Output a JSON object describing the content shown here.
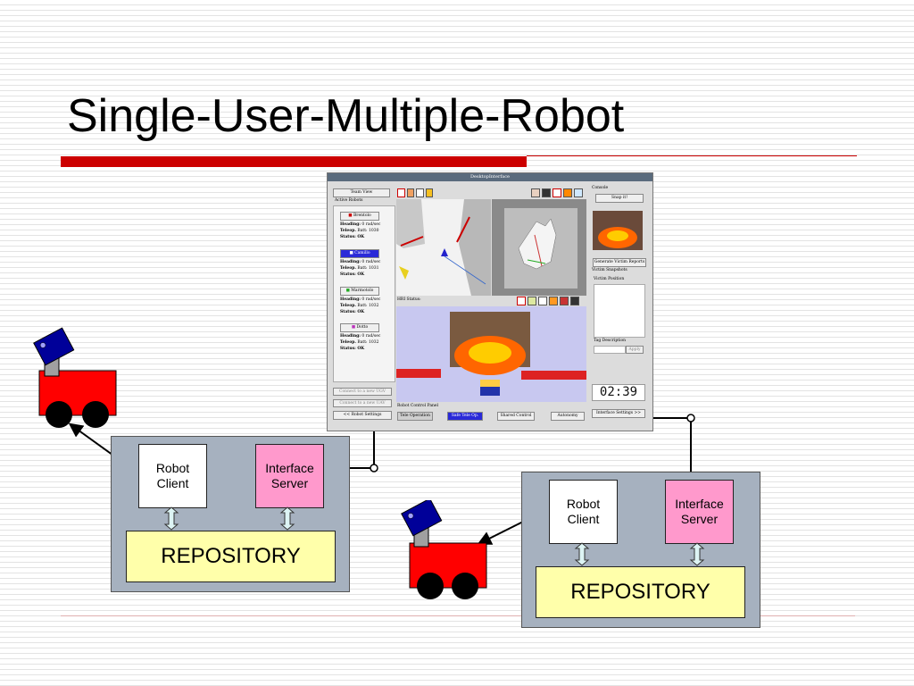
{
  "title": "Single-User-Multiple-Robot",
  "left_system": {
    "client_label": "Robot\nClient",
    "server_label": "Interface\nServer",
    "repository_label": "REPOSITORY"
  },
  "right_system": {
    "client_label": "Robot\nClient",
    "server_label": "Interface\nServer",
    "repository_label": "REPOSITORY"
  },
  "screenshot": {
    "window_title": "DesktopInterface",
    "team_view": "Team View",
    "active_robots": "Active Robots",
    "robots": [
      {
        "name": "Brentolo",
        "color": "#cc0000",
        "l1": "Heading:",
        "v1": "0 rad/sec",
        "l2": "Teleop.",
        "v2": "Batt: 1030",
        "l3": "Status: OK"
      },
      {
        "name": "Camillo",
        "color": "#1a1acc",
        "l1": "Heading:",
        "v1": "0 rad/sec",
        "l2": "Teleop.",
        "v2": "Batt: 1031",
        "l3": "Status: OK"
      },
      {
        "name": "Marmotolo",
        "color": "#22aa22",
        "l1": "Heading:",
        "v1": "0 rad/sec",
        "l2": "Teleop.",
        "v2": "Batt: 1032",
        "l3": "Status: OK"
      },
      {
        "name": "Dotto",
        "color": "#bb33bb",
        "l1": "Heading:",
        "v1": "0 rad/sec",
        "l2": "Teleop.",
        "v2": "Batt: 1032",
        "l3": "Status: OK"
      }
    ],
    "connect_ugv": "Connect to a new UGV",
    "connect_uav": "Connect to a new UAV",
    "robot_settings": "<<  Robot Settings",
    "hri_status": "HRI Status:",
    "robot_control_panel": "Robot Control Panel",
    "modes": [
      "Tele Operation",
      "Safe Tele Op.",
      "Shared Control",
      "Autonomy"
    ],
    "console": "Console",
    "snap_it": "Snap it!",
    "generate_reports": "Generate Victim Reports",
    "victim_snapshots": "Victim Snapshots",
    "victim_position": "Victim Position",
    "tag_description": "Tag Description",
    "apply": "Apply",
    "timer": "02:39",
    "interface_settings": "Interface Settings  >>"
  }
}
